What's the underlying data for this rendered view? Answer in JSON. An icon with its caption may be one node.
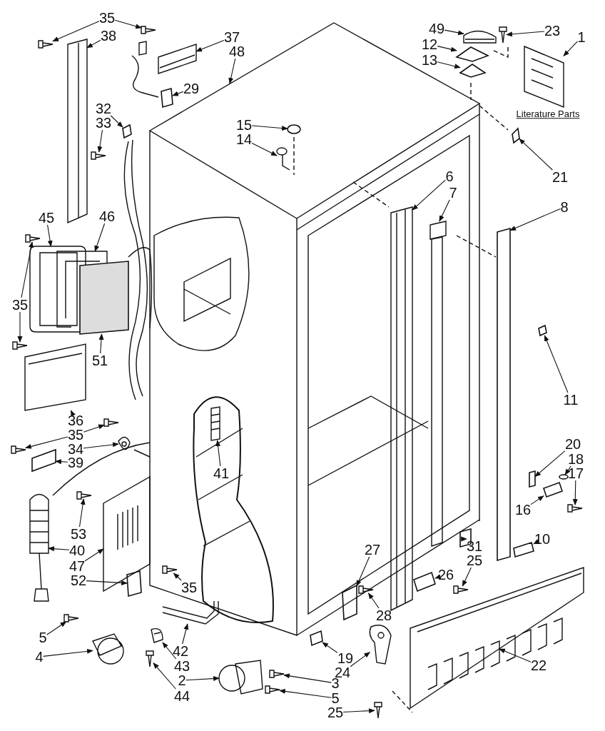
{
  "diagram": {
    "nodes": [
      {
        "text": [
          "35"
        ]
      },
      {
        "text": [
          "38"
        ]
      },
      {
        "text": [
          "37"
        ]
      },
      {
        "text": [
          "48"
        ]
      },
      {
        "text": [
          "29"
        ]
      },
      {
        "text": [
          "49"
        ]
      },
      {
        "text": [
          "23"
        ]
      },
      {
        "text": [
          "1"
        ]
      },
      {
        "text": [
          "12"
        ]
      },
      {
        "text": [
          "13"
        ]
      },
      {
        "text": [
          "32"
        ]
      },
      {
        "text": [
          "33"
        ]
      },
      {
        "text": [
          "15"
        ]
      },
      {
        "text": [
          "14"
        ]
      },
      {
        "text": [
          "21"
        ]
      },
      {
        "text": [
          "6"
        ]
      },
      {
        "text": [
          "7"
        ]
      },
      {
        "text": [
          "8"
        ]
      },
      {
        "text": [
          "45"
        ]
      },
      {
        "text": [
          "46"
        ]
      },
      {
        "text": [
          "35"
        ]
      },
      {
        "text": [
          "51"
        ]
      },
      {
        "text": [
          "11"
        ]
      },
      {
        "text": [
          "36"
        ]
      },
      {
        "text": [
          "35"
        ]
      },
      {
        "text": [
          "34"
        ]
      },
      {
        "text": [
          "39"
        ]
      },
      {
        "text": [
          "41"
        ]
      },
      {
        "text": [
          "20"
        ]
      },
      {
        "text": [
          "18"
        ]
      },
      {
        "text": [
          "17"
        ]
      },
      {
        "text": [
          "16"
        ]
      },
      {
        "text": [
          "53"
        ]
      },
      {
        "text": [
          "10"
        ]
      },
      {
        "text": [
          "31"
        ]
      },
      {
        "text": [
          "40"
        ]
      },
      {
        "text": [
          "25"
        ]
      },
      {
        "text": [
          "27"
        ]
      },
      {
        "text": [
          "47"
        ]
      },
      {
        "text": [
          "26"
        ]
      },
      {
        "text": [
          "52"
        ]
      },
      {
        "text": [
          "35"
        ]
      },
      {
        "text": [
          "28"
        ]
      },
      {
        "text": [
          "5"
        ]
      },
      {
        "text": [
          "42"
        ]
      },
      {
        "text": [
          "19"
        ]
      },
      {
        "text": [
          "22"
        ]
      },
      {
        "text": [
          "4"
        ]
      },
      {
        "text": [
          "43"
        ]
      },
      {
        "text": [
          "24"
        ]
      },
      {
        "text": [
          "2"
        ]
      },
      {
        "text": [
          "3"
        ]
      },
      {
        "text": [
          "44"
        ]
      },
      {
        "text": [
          "5"
        ]
      },
      {
        "text": [
          "25"
        ]
      },
      {
        "text": [],
        "shape": "picture"
      },
      {
        "text": [],
        "shape": "picture"
      },
      {
        "text": [],
        "shape": "picture"
      },
      {
        "text": [],
        "shape": "picture"
      },
      {
        "text": [],
        "shape": "box"
      },
      {
        "text": [],
        "shape": "picture"
      },
      {
        "text": [],
        "shape": "picture"
      },
      {
        "text": [],
        "shape": "picture"
      },
      {
        "text": [],
        "shape": "box"
      },
      {
        "text": [],
        "shape": "box"
      },
      {
        "text": [],
        "shape": "box"
      },
      {
        "text": [],
        "shape": "picture"
      },
      {
        "text": [],
        "shape": "circle"
      },
      {
        "text": [],
        "shape": "picture"
      },
      {
        "text": [],
        "shape": "box"
      },
      {
        "text": [],
        "shape": "picture"
      },
      {
        "text": [],
        "shape": "picture"
      },
      {
        "text": [],
        "shape": "box"
      },
      {
        "text": [],
        "shape": "picture"
      },
      {
        "text": [],
        "shape": "picture"
      },
      {
        "text": [],
        "shape": "picture"
      },
      {
        "text": [],
        "shape": "picture"
      },
      {
        "text": [],
        "shape": "box"
      },
      {
        "text": [],
        "shape": "box"
      },
      {
        "text": [],
        "shape": "picture"
      },
      {
        "text": [],
        "shape": "picture"
      },
      {
        "text": [],
        "shape": "picture"
      },
      {
        "text": [],
        "shape": "picture"
      },
      {
        "text": [],
        "shape": "box"
      },
      {
        "text": [],
        "shape": "picture"
      },
      {
        "text": [],
        "shape": "box"
      },
      {
        "text": [],
        "shape": "circle"
      },
      {
        "text": [],
        "shape": "picture"
      },
      {
        "text": [],
        "shape": "box"
      },
      {
        "text": [],
        "shape": "picture"
      },
      {
        "text": [],
        "shape": "box"
      },
      {
        "text": [],
        "shape": "box"
      },
      {
        "text": [],
        "shape": "picture"
      },
      {
        "text": [],
        "shape": "picture"
      },
      {
        "text": [],
        "shape": "box"
      },
      {
        "text": [],
        "shape": "picture"
      },
      {
        "text": [],
        "shape": "box"
      },
      {
        "text": [],
        "shape": "box"
      },
      {
        "text": [],
        "shape": "picture"
      },
      {
        "text": [],
        "shape": "picture"
      },
      {
        "text": [],
        "shape": "picture"
      },
      {
        "text": [],
        "shape": "picture"
      },
      {
        "text": [],
        "shape": "box"
      },
      {
        "text": [],
        "shape": "picture"
      },
      {
        "text": [],
        "shape": "picture"
      },
      {
        "text": [],
        "shape": "picture"
      },
      {
        "text": [],
        "shape": "picture"
      },
      {
        "text": [],
        "shape": "picture"
      },
      {
        "text": [],
        "shape": "picture"
      },
      {
        "text": [],
        "shape": "picture"
      },
      {
        "text": [],
        "shape": "picture"
      }
    ],
    "edges": [
      {
        "from": 0,
        "to": 55,
        "arrow": "to"
      },
      {
        "from": 0,
        "to": 56,
        "arrow": "to"
      },
      {
        "from": 1,
        "to": 57,
        "arrow": "to"
      },
      {
        "from": 2,
        "to": 58,
        "arrow": "to"
      },
      {
        "from": 3,
        "to": null,
        "arrow": "to"
      },
      {
        "from": 4,
        "to": 59,
        "arrow": "to"
      },
      {
        "from": 5,
        "to": 60,
        "arrow": "to"
      },
      {
        "from": 6,
        "to": 61,
        "arrow": "to"
      },
      {
        "from": 7,
        "to": 62,
        "arrow": "to"
      },
      {
        "from": 8,
        "to": 63,
        "arrow": "to"
      },
      {
        "from": 9,
        "to": 64,
        "arrow": "to"
      },
      {
        "from": 10,
        "to": 65,
        "arrow": "to"
      },
      {
        "from": 11,
        "to": 66,
        "arrow": "to"
      },
      {
        "from": 12,
        "to": 67,
        "arrow": "to"
      },
      {
        "from": 13,
        "to": 68,
        "arrow": "to"
      },
      {
        "from": 14,
        "to": 69,
        "arrow": "to"
      },
      {
        "from": 15,
        "to": 70,
        "arrow": "to"
      },
      {
        "from": 16,
        "to": 71,
        "arrow": "to"
      },
      {
        "from": 17,
        "to": 72,
        "arrow": "to"
      },
      {
        "from": 18,
        "to": 73,
        "arrow": "to"
      },
      {
        "from": 19,
        "to": 74,
        "arrow": "to"
      },
      {
        "from": 20,
        "to": 75,
        "arrow": "to"
      },
      {
        "from": 20,
        "to": 76,
        "arrow": "to"
      },
      {
        "from": 21,
        "to": 77,
        "arrow": "to"
      },
      {
        "from": 22,
        "to": 78,
        "arrow": "to"
      },
      {
        "from": 23,
        "to": 79,
        "arrow": "to"
      },
      {
        "from": 24,
        "to": 80,
        "arrow": "to"
      },
      {
        "from": 24,
        "to": 81,
        "arrow": "to"
      },
      {
        "from": 25,
        "to": 82,
        "arrow": "to"
      },
      {
        "from": 26,
        "to": 83,
        "arrow": "to"
      },
      {
        "from": 27,
        "to": 84,
        "arrow": "to"
      },
      {
        "from": 28,
        "to": 85,
        "arrow": "to"
      },
      {
        "from": 29,
        "to": 86,
        "arrow": "to"
      },
      {
        "from": 30,
        "to": 87,
        "arrow": "to"
      },
      {
        "from": 31,
        "to": 88,
        "arrow": "to"
      },
      {
        "from": 32,
        "to": 89,
        "arrow": "to"
      },
      {
        "from": 33,
        "to": 90,
        "arrow": "to"
      },
      {
        "from": 34,
        "to": 91,
        "arrow": "to"
      },
      {
        "from": 35,
        "to": 92,
        "arrow": "to"
      },
      {
        "from": 36,
        "to": 93,
        "arrow": "to"
      },
      {
        "from": 37,
        "to": 94,
        "arrow": "to"
      },
      {
        "from": 38,
        "to": 95,
        "arrow": "to"
      },
      {
        "from": 39,
        "to": 96,
        "arrow": "to"
      },
      {
        "from": 40,
        "to": 97,
        "arrow": "to"
      },
      {
        "from": 41,
        "to": 98,
        "arrow": "to"
      },
      {
        "from": 42,
        "to": 99,
        "arrow": "to"
      },
      {
        "from": 43,
        "to": 100,
        "arrow": "to"
      },
      {
        "from": 44,
        "to": 101,
        "arrow": "to"
      },
      {
        "from": 45,
        "to": 102,
        "arrow": "to"
      },
      {
        "from": 49,
        "to": 103,
        "arrow": "to"
      },
      {
        "from": 47,
        "to": 104,
        "arrow": "to"
      },
      {
        "from": 48,
        "to": 105,
        "arrow": "to"
      },
      {
        "from": 52,
        "to": 106,
        "arrow": "to"
      },
      {
        "from": 50,
        "to": 107,
        "arrow": "to"
      },
      {
        "from": 51,
        "to": 108,
        "arrow": "to"
      },
      {
        "from": 53,
        "to": 109,
        "arrow": "to"
      },
      {
        "from": 54,
        "to": 110,
        "arrow": "to"
      },
      {
        "from": 46,
        "to": null,
        "arrow": "to"
      }
    ],
    "labels": [
      "Literature Parts"
    ]
  }
}
